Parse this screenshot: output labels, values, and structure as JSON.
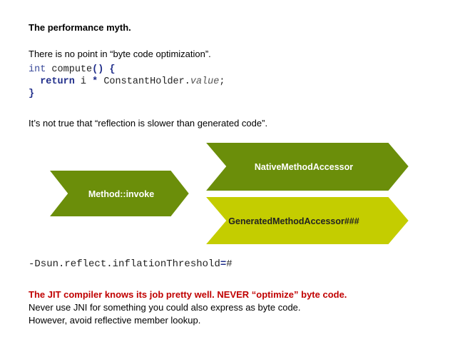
{
  "slide": {
    "title": "The performance myth.",
    "claim1": "There is no point in “byte code optimization”.",
    "code": {
      "line1_kw": "int",
      "line1_name": " compute",
      "line1_parens": "()",
      "line1_brace": " {",
      "line2_indent": "  ",
      "line2_return": "return",
      "line2_i": " i ",
      "line2_star": "*",
      "line2_holder": " ConstantHolder.",
      "line2_value": "value",
      "line2_semi": ";",
      "line3_brace": "}"
    },
    "claim2": "It’s not true that “reflection is slower than generated code”.",
    "diagram": {
      "method_invoke": "Method::invoke",
      "native_accessor": "NativeMethodAccessor",
      "generated_accessor": "GeneratedMethodAccessor###",
      "colors": {
        "green": "#6b8e0a",
        "lime": "#c4cd00",
        "outline": "#ffffff"
      }
    },
    "flag": {
      "prefix": "-Dsun.reflect.inflationThreshold",
      "eq": "=",
      "hash": "#"
    },
    "note_red": "The JIT compiler knows its job pretty well. NEVER “optimize” byte code.",
    "note2": "Never use JNI for something you could also express as byte code.",
    "note3": "However, avoid reflective member lookup."
  }
}
